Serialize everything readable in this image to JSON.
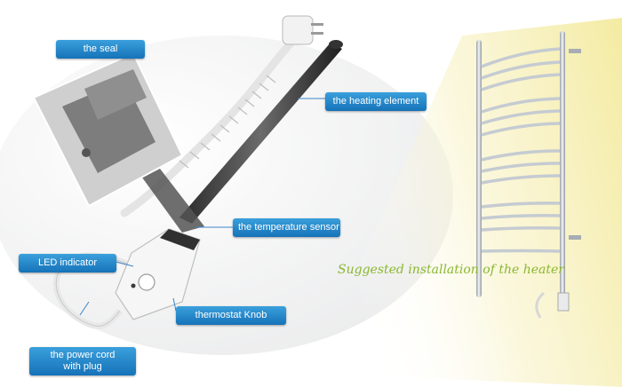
{
  "callouts": {
    "seal": "the seal",
    "heating_element": "the heating element",
    "temperature_sensor": "the temperature sensor",
    "led_indicator": "LED indicator",
    "thermostat_knob": "thermostat Knob",
    "power_cord_line1": "the power cord",
    "power_cord_line2": "with plug"
  },
  "caption": "Suggested installation of the heater",
  "colors": {
    "callout_fill": "#1a78bd",
    "caption_text": "#8ab830",
    "light_beam": "#f5eeb0"
  }
}
